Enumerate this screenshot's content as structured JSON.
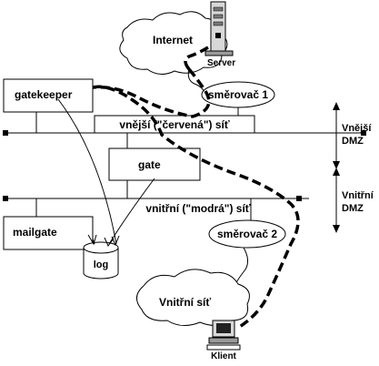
{
  "internet_cloud": {
    "label": "Internet"
  },
  "server": {
    "label": "Server"
  },
  "router_outer": {
    "label": "směrovač 1"
  },
  "router_inner": {
    "label": "směrovač 2"
  },
  "gatekeeper": {
    "label": "gatekeeper"
  },
  "gate": {
    "label": "gate"
  },
  "mailgate": {
    "label": "mailgate"
  },
  "log": {
    "label": "log"
  },
  "outer_network": {
    "label": "vnější (\"červená\") síť"
  },
  "inner_network": {
    "label": "vnitřní (\"modrá\") síť"
  },
  "inner_cloud": {
    "label": "Vnitřní síť"
  },
  "client": {
    "label": "Klient"
  },
  "zones": {
    "outer": {
      "line1": "Vnější",
      "line2": "DMZ"
    },
    "inner": {
      "line1": "Vnitřní",
      "line2": "DMZ"
    }
  }
}
